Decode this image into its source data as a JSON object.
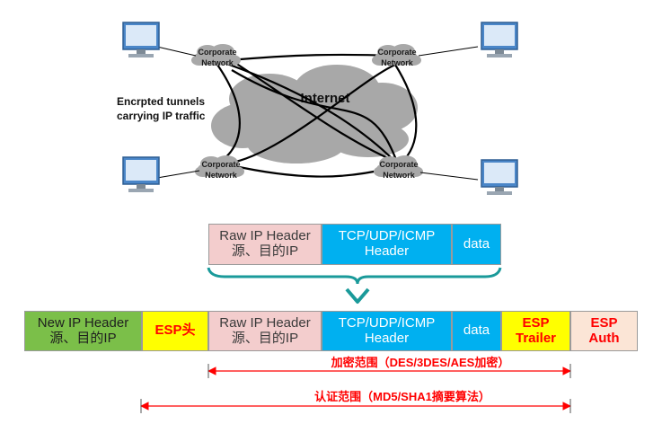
{
  "network": {
    "internet_label": "Internet",
    "corporate_network_lines": [
      "Corporate",
      "Network"
    ],
    "tunnel_caption_lines": [
      "Encrpted tunnels",
      "carrying IP traffic"
    ]
  },
  "original_packet": {
    "raw_ip_header": [
      "Raw IP Header",
      "源、目的IP"
    ],
    "transport_header": [
      "TCP/UDP/ICMP",
      "Header"
    ],
    "data": "data"
  },
  "esp_packet": {
    "new_ip_header": [
      "New IP Header",
      "源、目的IP"
    ],
    "esp_header": "ESP头",
    "raw_ip_header": [
      "Raw IP Header",
      "源、目的IP"
    ],
    "transport_header": [
      "TCP/UDP/ICMP",
      "Header"
    ],
    "data": "data",
    "esp_trailer": [
      "ESP",
      "Trailer"
    ],
    "esp_auth": [
      "ESP",
      "Auth"
    ]
  },
  "ranges": {
    "encryption_label": "加密范围（DES/3DES/AES加密）",
    "authentication_label": "认证范围（MD5/SHA1摘要算法）"
  },
  "colors": {
    "new_ip_header": "#7bbf49",
    "esp_header": "#ffff00",
    "raw_ip_header": "#f3cdcd",
    "transport_header": "#00b0f0",
    "esp_trailer": "#ffff00",
    "esp_auth": "#fbe5d6",
    "range_lines": "#ff0000",
    "down_arrow": "#1a9a9a"
  }
}
